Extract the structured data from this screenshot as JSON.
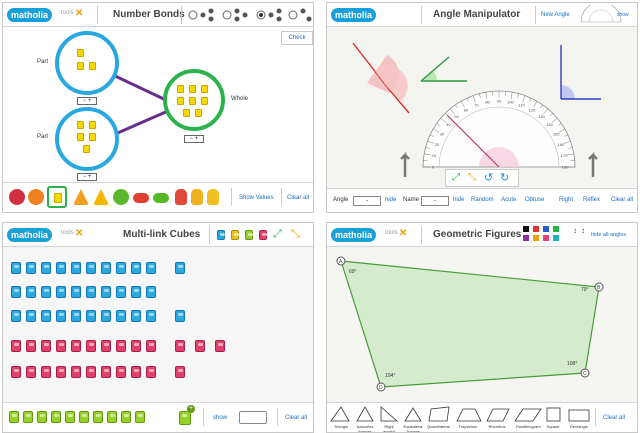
{
  "number_bonds": {
    "logo": "matholia",
    "tools": "tools",
    "title": "Number Bonds",
    "check": "Check",
    "part_label_1": "Part",
    "part_label_2": "Part",
    "whole_label": "Whole",
    "stepper": "−  +",
    "show_values": "Show Values",
    "clear_all": "Clear all",
    "colors": {
      "circle_blue": "#29a8e0",
      "circle_green": "#2bb24c",
      "link": "#6a2c8c"
    }
  },
  "angle_manipulator": {
    "logo": "matholia",
    "title": "Angle Manipulator",
    "new_angle": "New Angle",
    "show": "show",
    "protractor_scale": [
      "0",
      "10",
      "20",
      "30",
      "40",
      "50",
      "60",
      "70",
      "80",
      "90",
      "100",
      "110",
      "120",
      "130",
      "140",
      "150",
      "160",
      "170",
      "180"
    ],
    "angle_label": "Angle",
    "angle_value": "-",
    "hide_1": "hide",
    "name_label": "Name",
    "name_value": "-",
    "hide_2": "hide",
    "random": "Random",
    "acute": "Acute",
    "obtuse": "Obtuse",
    "right": "Right",
    "reflex": "Reflex",
    "clear_all": "Clear all"
  },
  "multilink_cubes": {
    "logo": "matholia",
    "tools": "tools",
    "title": "Multi-link Cubes",
    "show": "show",
    "clear_all": "Clear all",
    "colors": {
      "blue": "#2aa8e0",
      "pink": "#e0406a",
      "green": "#9ad02a"
    }
  },
  "geometric_figures": {
    "logo": "matholia",
    "tools": "tools",
    "title": "Geometric Figures",
    "hide_all_angles": "hide all angles",
    "vertices": [
      "A",
      "B",
      "C",
      "D"
    ],
    "angles": [
      "69°",
      "79°",
      "108°",
      "104°"
    ],
    "shapes": [
      "Triangle",
      "Isosceles triangle",
      "Right angled Triangle",
      "Equilateral Triangle",
      "Quadrilateral",
      "Trapezium",
      "Rhombus",
      "Parallelogram",
      "Square",
      "Rectangle"
    ],
    "clear_all": "Clear all",
    "palette": [
      "#111111",
      "#e03030",
      "#2a58d0",
      "#2bb24c",
      "#8e2ca0",
      "#f0a000",
      "#e0407a",
      "#20b0c0"
    ]
  }
}
